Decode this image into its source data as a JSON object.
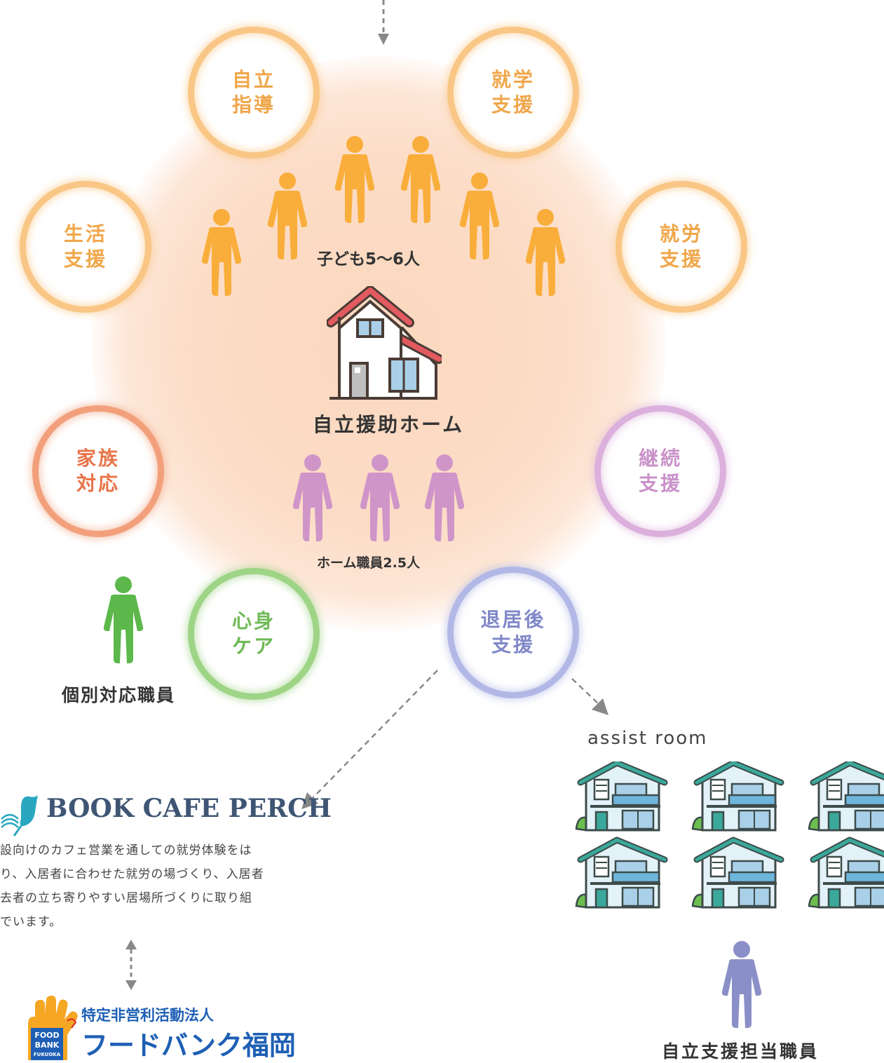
{
  "support_circles": [
    {
      "id": "jiritsu-shido",
      "text": "自立\n指導",
      "color": "#f0a64a"
    },
    {
      "id": "shugaku-shien",
      "text": "就学\n支援",
      "color": "#f0a64a"
    },
    {
      "id": "seikatsu-shien",
      "text": "生活\n支援",
      "color": "#f0a64a"
    },
    {
      "id": "shuro-shien",
      "text": "就労\n支援",
      "color": "#f0a64a"
    },
    {
      "id": "kazoku-taio",
      "text": "家族\n対応",
      "color": "#e8744a"
    },
    {
      "id": "keizoku-shien",
      "text": "継続\n支援",
      "color": "#c991c9"
    },
    {
      "id": "shinshin-care",
      "text": "心身\nケア",
      "color": "#6fba56"
    },
    {
      "id": "taikyogo-shien",
      "text": "退居後\n支援",
      "color": "#8088c8"
    }
  ],
  "labels": {
    "children": "子ども5〜6人",
    "home": "自立援助ホーム",
    "home_staff": "ホーム職員2.5人",
    "individual_staff": "個別対応職員",
    "assist_room": "assist room",
    "independence_staff": "自立支援担当職員"
  },
  "colors": {
    "children": "#f9ae3b",
    "staff": "#cf95c9",
    "individual_staff": "#5cb84b",
    "independence_staff": "#8b8fc7",
    "house_roof": "#e25a5f",
    "apartment_roof": "#3aa89a"
  },
  "cafe": {
    "title": "BOOK CAFE PERCH",
    "description": "設向けのカフェ営業を通しての就労体験をは\nり、入居者に合わせた就労の場づくり、入居者\n去者の立ち寄りやすい居場所づくりに取り組\nでいます。"
  },
  "foodbank": {
    "org_type": "特定非営利活動法人",
    "name": "フードバンク福岡",
    "logo_text_1": "FOOD",
    "logo_text_2": "BANK",
    "logo_text_3": "FUKUOKA"
  }
}
